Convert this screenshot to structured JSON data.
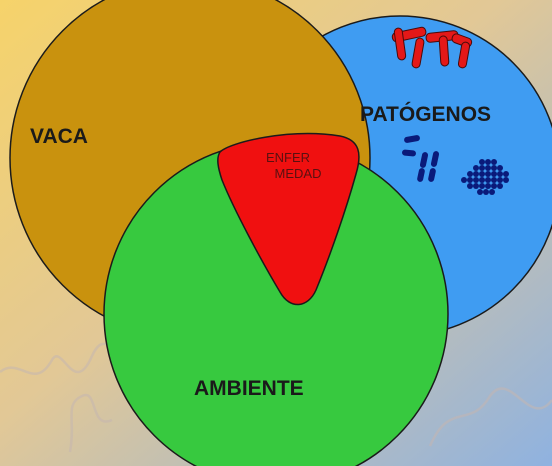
{
  "diagram": {
    "sets": {
      "host": {
        "label": "VACA",
        "color": "#c9920e"
      },
      "pathogens": {
        "label": "PATÓGENOS",
        "color": "#3f9cf2"
      },
      "environment": {
        "label": "AMBIENTE",
        "color": "#37c93f"
      }
    },
    "intersection": {
      "line1": "ENFER",
      "line2": "MEDAD",
      "color": "#f01010"
    },
    "background": {
      "top": "#f3cf6a",
      "bottom": "#93b6e0"
    },
    "icons": [
      "rod-bacteria-icon",
      "bacilli-icon",
      "coccus-cluster-icon"
    ]
  }
}
